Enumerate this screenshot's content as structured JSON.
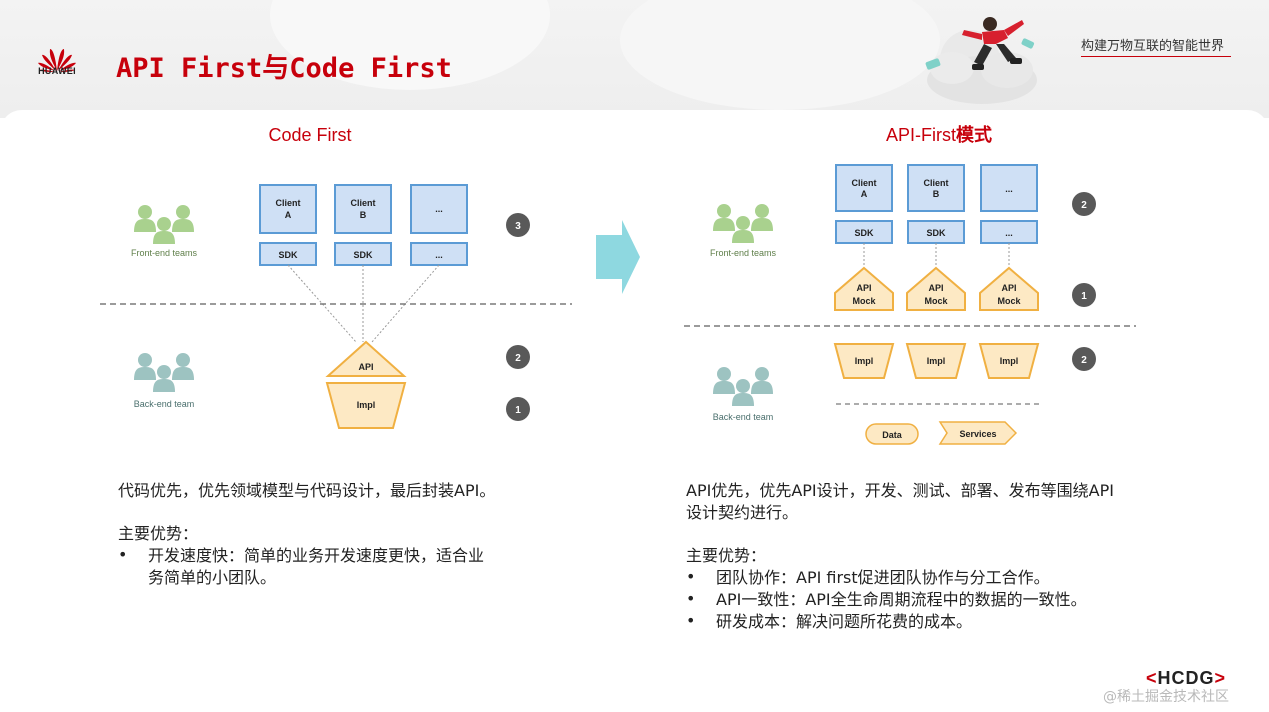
{
  "header": {
    "logo_text": "HUAWEI",
    "title": "API First与Code First",
    "slogan": "构建万物互联的智能世界"
  },
  "left": {
    "heading": "Code First",
    "frontend_label": "Front-end teams",
    "backend_label": "Back-end team",
    "clients": [
      {
        "line1": "Client",
        "line2": "A"
      },
      {
        "line1": "Client",
        "line2": "B"
      },
      {
        "line1": "...",
        "line2": ""
      }
    ],
    "sdks": [
      "SDK",
      "SDK",
      "..."
    ],
    "api_label": "API",
    "impl_label": "Impl",
    "badges": [
      "3",
      "2",
      "1"
    ],
    "description": "代码优先，优先领域模型与代码设计，最后封装API。",
    "advantages_title": "主要优势：",
    "advantages": [
      {
        "line1": "开发速度快：简单的业务开发速度更快，适合业",
        "line2": "务简单的小团队。"
      }
    ]
  },
  "right": {
    "heading_prefix": "API-First",
    "heading_suffix": "模式",
    "frontend_label": "Front-end teams",
    "backend_label": "Back-end team",
    "clients": [
      {
        "line1": "Client",
        "line2": "A"
      },
      {
        "line1": "Client",
        "line2": "B"
      },
      {
        "line1": "...",
        "line2": ""
      }
    ],
    "sdks": [
      "SDK",
      "SDK",
      "..."
    ],
    "mocks": [
      {
        "line1": "API",
        "line2": "Mock"
      },
      {
        "line1": "API",
        "line2": "Mock"
      },
      {
        "line1": "API",
        "line2": "Mock"
      }
    ],
    "impls": [
      "Impl",
      "Impl",
      "Impl"
    ],
    "data_label": "Data",
    "services_label": "Services",
    "badges": [
      "2",
      "1",
      "2"
    ],
    "description_line1": "API优先，优先API设计，开发、测试、部署、发布等围绕API",
    "description_line2": "设计契约进行。",
    "advantages_title": "主要优势：",
    "advantages": [
      "团队协作：API first促进团队协作与分工合作。",
      "API一致性：API全生命周期流程中的数据的一致性。",
      "研发成本：解决问题所花费的成本。"
    ]
  },
  "footer": {
    "brand_left": "<",
    "brand_core": "HCDG",
    "brand_right": ">",
    "watermark": "@稀土掘金技术社区"
  },
  "colors": {
    "brand_red": "#c7000b",
    "box_fill": "#cfe0f5",
    "box_stroke": "#5b9bd5",
    "api_fill": "#fde9c4",
    "api_stroke": "#f0b042",
    "team_green": "#a9d18e",
    "team_teal": "#9dc3c1",
    "badge": "#595959",
    "arrow": "#8ed8e0"
  }
}
